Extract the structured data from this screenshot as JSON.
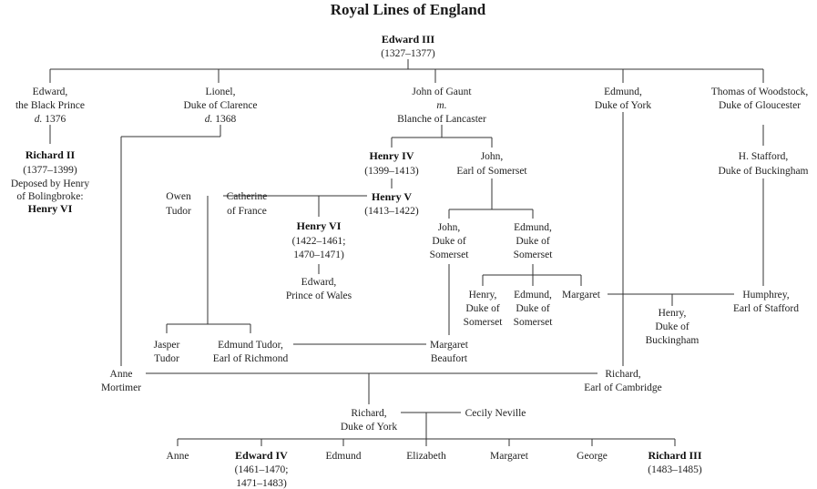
{
  "title": "Royal Lines of England",
  "people": {
    "edward3": {
      "name": "Edward III",
      "dates": "(1327–1377)"
    },
    "black_prince": {
      "l1": "Edward,",
      "l2": "the Black Prince",
      "d_prefix": "d.",
      "d_year": "1376"
    },
    "lionel": {
      "l1": "Lionel,",
      "l2": "Duke of Clarence",
      "d_prefix": "d.",
      "d_year": "1368"
    },
    "gaunt": {
      "l1": "John of Gaunt",
      "m": "m.",
      "l3": "Blanche of Lancaster"
    },
    "edmund_york": {
      "l1": "Edmund,",
      "l2": "Duke of York"
    },
    "woodstock": {
      "l1": "Thomas of Woodstock,",
      "l2": "Duke of Gloucester"
    },
    "richard2": {
      "name": "Richard II",
      "dates": "(1377–1399)",
      "l3": "Deposed by Henry",
      "l4": "of Bolingbroke:",
      "l5": "Henry VI"
    },
    "henry4": {
      "name": "Henry IV",
      "dates": "(1399–1413)"
    },
    "john_somerset": {
      "l1": "John,",
      "l2": "Earl of Somerset"
    },
    "h_stafford": {
      "l1": "H. Stafford,",
      "l2": "Duke of Buckingham"
    },
    "owen": {
      "l1": "Owen",
      "l2": "Tudor"
    },
    "catherine": {
      "l1": "Catherine",
      "l2": "of France"
    },
    "henry5": {
      "name": "Henry V",
      "dates": "(1413–1422)"
    },
    "henry6": {
      "name": "Henry VI",
      "d1": "(1422–1461;",
      "d2": "1470–1471)"
    },
    "prince_wales": {
      "l1": "Edward,",
      "l2": "Prince of Wales"
    },
    "john_duke_somerset": {
      "l1": "John,",
      "l2": "Duke of",
      "l3": "Somerset"
    },
    "edmund_somerset": {
      "l1": "Edmund,",
      "l2": "Duke of",
      "l3": "Somerset"
    },
    "henry_somerset": {
      "l1": "Henry,",
      "l2": "Duke of",
      "l3": "Somerset"
    },
    "edmund_somerset2": {
      "l1": "Edmund,",
      "l2": "Duke of",
      "l3": "Somerset"
    },
    "margaret_s": {
      "l1": "Margaret"
    },
    "henry_buckingham": {
      "l1": "Henry,",
      "l2": "Duke of",
      "l3": "Buckingham"
    },
    "humphrey": {
      "l1": "Humphrey,",
      "l2": "Earl of Stafford"
    },
    "jasper": {
      "l1": "Jasper",
      "l2": "Tudor"
    },
    "edmund_tudor": {
      "l1": "Edmund Tudor,",
      "l2": "Earl of Richmond"
    },
    "margaret_beaufort": {
      "l1": "Margaret",
      "l2": "Beaufort"
    },
    "anne_mortimer": {
      "l1": "Anne",
      "l2": "Mortimer"
    },
    "richard_cambridge": {
      "l1": "Richard,",
      "l2": "Earl of Cambridge"
    },
    "richard_york": {
      "l1": "Richard,",
      "l2": "Duke of York"
    },
    "cecily": {
      "l1": "Cecily Neville"
    },
    "anne": {
      "l1": "Anne"
    },
    "edward4": {
      "name": "Edward IV",
      "d1": "(1461–1470;",
      "d2": "1471–1483)"
    },
    "edmund": {
      "l1": "Edmund"
    },
    "elizabeth": {
      "l1": "Elizabeth"
    },
    "margaret": {
      "l1": "Margaret"
    },
    "george": {
      "l1": "George"
    },
    "richard3": {
      "name": "Richard III",
      "dates": "(1483–1485)"
    }
  }
}
